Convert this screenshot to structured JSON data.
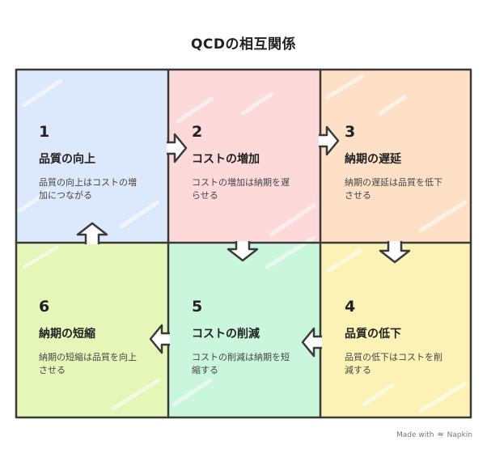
{
  "title": "QCDの相互関係",
  "colors": {
    "cell_1": "#dce8fc",
    "cell_2": "#fdd9d9",
    "cell_3": "#fde0c6",
    "cell_4": "#fdf2b6",
    "cell_5": "#c9f6dc",
    "cell_6": "#e6f6b8",
    "outline": "#3a3a3a"
  },
  "steps": [
    {
      "number": "1",
      "heading": "品質の向上",
      "description": "品質の向上はコストの増加につながる"
    },
    {
      "number": "2",
      "heading": "コストの増加",
      "description": "コストの増加は納期を遅らせる"
    },
    {
      "number": "3",
      "heading": "納期の遅延",
      "description": "納期の遅延は品質を低下させる"
    },
    {
      "number": "4",
      "heading": "品質の低下",
      "description": "品質の低下はコストを削減する"
    },
    {
      "number": "5",
      "heading": "コストの削減",
      "description": "コストの削減は納期を短縮する"
    },
    {
      "number": "6",
      "heading": "納期の短縮",
      "description": "納期の短縮は品質を向上させる"
    }
  ],
  "credit": {
    "prefix": "Made with",
    "icon": "napkin-logo-icon",
    "brand": "Napkin"
  }
}
